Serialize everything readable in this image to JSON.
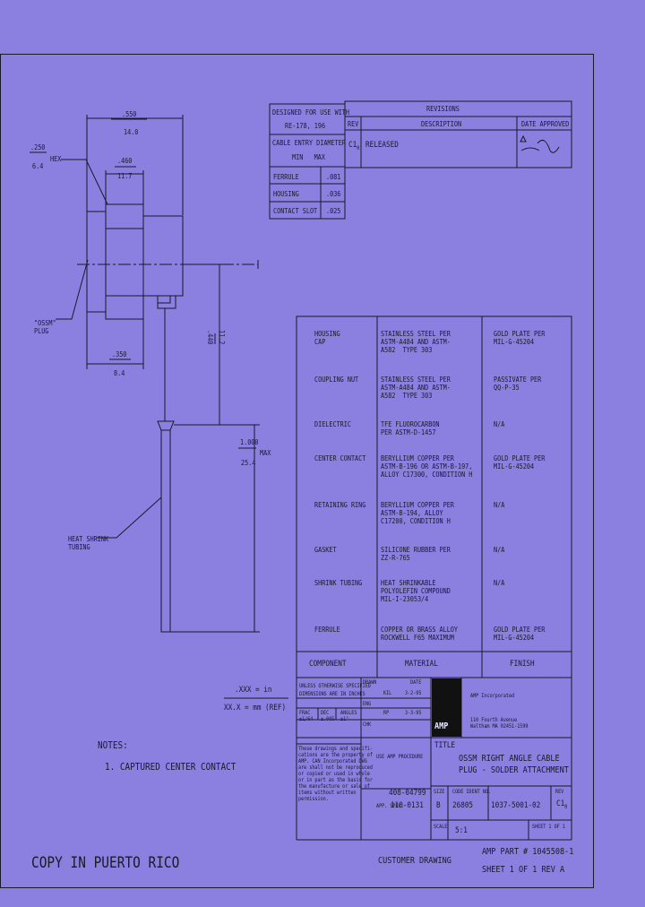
{
  "design": {
    "designed_for": "DESIGNED FOR USE WITH",
    "cable_ref": "RE-178, 196",
    "cable_entry": "CABLE ENTRY DIAMETER",
    "min_max": "MIN   MAX",
    "rows": [
      {
        "name": "FERRULE",
        "val": ".081"
      },
      {
        "name": "HOUSING",
        "val": ".036"
      },
      {
        "name": "CONTACT SLOT",
        "val": ".025"
      }
    ]
  },
  "revisions": {
    "title": "REVISIONS",
    "col_rev": "REV",
    "col_desc": "DESCRIPTION",
    "col_date": "DATE  APPROVED",
    "rev": "C1",
    "rev_sub": "0",
    "desc": "RELEASED"
  },
  "dims": {
    "d1_top": ".550",
    "d1_bot": "14.0",
    "hex_top": ".250",
    "hex_bot": "6.4",
    "hex_label": "HEX",
    "d2_top": ".460",
    "d2_bot": "11.7",
    "d3_top": ".350",
    "d3_bot": "8.4",
    "d4_top": ".440",
    "d4_bot": "11.2",
    "d5_top": "1.000",
    "d5_bot": "25.4",
    "d5_max": "MAX",
    "ossm_label": "\"OSSM\"\nPLUG",
    "heat_label": "HEAT SHRINK\nTUBING"
  },
  "materials": {
    "rows": [
      {
        "component": "HOUSING\nCAP",
        "material": "STAINLESS STEEL PER\nASTM-A484 AND ASTM-\nA582  TYPE 303",
        "finish": "GOLD PLATE PER\nMIL-G-45204"
      },
      {
        "component": "COUPLING NUT",
        "material": "STAINLESS STEEL PER\nASTM-A484 AND ASTM-\nA582  TYPE 303",
        "finish": "PASSIVATE PER\nQQ-P-35"
      },
      {
        "component": "DIELECTRIC",
        "material": "TFE FLUOROCARBON\nPER ASTM-D-1457",
        "finish": "N/A"
      },
      {
        "component": "CENTER CONTACT",
        "material": "BERYLLIUM COPPER PER\nASTM-B-196 OR ASTM-B-197,\nALLOY C17300, CONDITION H",
        "finish": "GOLD PLATE PER\nMIL-G-45204"
      },
      {
        "component": "RETAINING RING",
        "material": "BERYLLIUM COPPER PER\nASTM-B-194, ALLOY\nC17200, CONDITION H",
        "finish": "N/A"
      },
      {
        "component": "GASKET",
        "material": "SILICONE RUBBER PER\nZZ-R-765",
        "finish": "N/A"
      },
      {
        "component": "SHRINK TUBING",
        "material": "HEAT SHRINKABLE\nPOLYOLEFIN COMPOUND\nMIL-I-23053/4",
        "finish": "N/A"
      },
      {
        "component": "FERRULE",
        "material": "COPPER OR BRASS ALLOY\nROCKWELL F65 MAXIMUM",
        "finish": "GOLD PLATE PER\nMIL-G-45204"
      }
    ],
    "h_component": "COMPONENT",
    "h_material": "MATERIAL",
    "h_finish": "FINISH"
  },
  "units": {
    "inch": ".XXX = in",
    "mm": "XX.X = mm (REF)"
  },
  "tolerance": {
    "line1": "UNLESS OTHERWISE SPECIFIED",
    "line2": "DIMENSIONS ARE IN INCHES",
    "frac": "FRAC\n±1/64",
    "dec": "DEC\n±.005",
    "angles": "ANGLES\n±1°",
    "drawn": "DRAWN",
    "drawn_by": "KIL",
    "drawn_date": "3-2-95",
    "date": "DATE",
    "eng": "ENG",
    "eng_by": "RP",
    "eng_date": "3-3-95",
    "chk": "CHK"
  },
  "company": {
    "logo": "AMP",
    "name": "AMP Incorporated",
    "address": "110 Fourth Avenue\nWaltham MA 02451-1599"
  },
  "notice": "These drawings and specifi-\ncations are the property of\nAMP. CAN Incorporated DWG\nare shall not be reproduced\nor copied or used in whole\nor in part as the basis for\nthe manufacture or sale of\nitems without written\npermission.",
  "procedure": {
    "use_label": "USE AMP PROCEDURE",
    "num1": "408-04799",
    "num2": "110-0131",
    "app_spec": "APP. SPEC."
  },
  "title_block": {
    "title_label": "TITLE",
    "title": "OSSM RIGHT ANGLE CABLE\nPLUG - SOLDER ATTACHMENT",
    "size_label": "SIZE",
    "size": "B",
    "code_label": "CODE IDENT NO.",
    "code": "26805",
    "dwg_no": "1037-5001-02",
    "rev_label": "REV",
    "rev": "C1",
    "rev_sub": "0",
    "scale_label": "SCALE",
    "scale": "5:1",
    "sheet": "SHEET 1 OF 1"
  },
  "notes": {
    "title": "NOTES:",
    "item1": "1. CAPTURED CENTER CONTACT"
  },
  "footer": {
    "copy": "COPY IN PUERTO RICO",
    "customer": "CUSTOMER DRAWING",
    "part": "AMP PART # 1045508-1",
    "sheet": "SHEET 1 OF 1   REV A"
  }
}
